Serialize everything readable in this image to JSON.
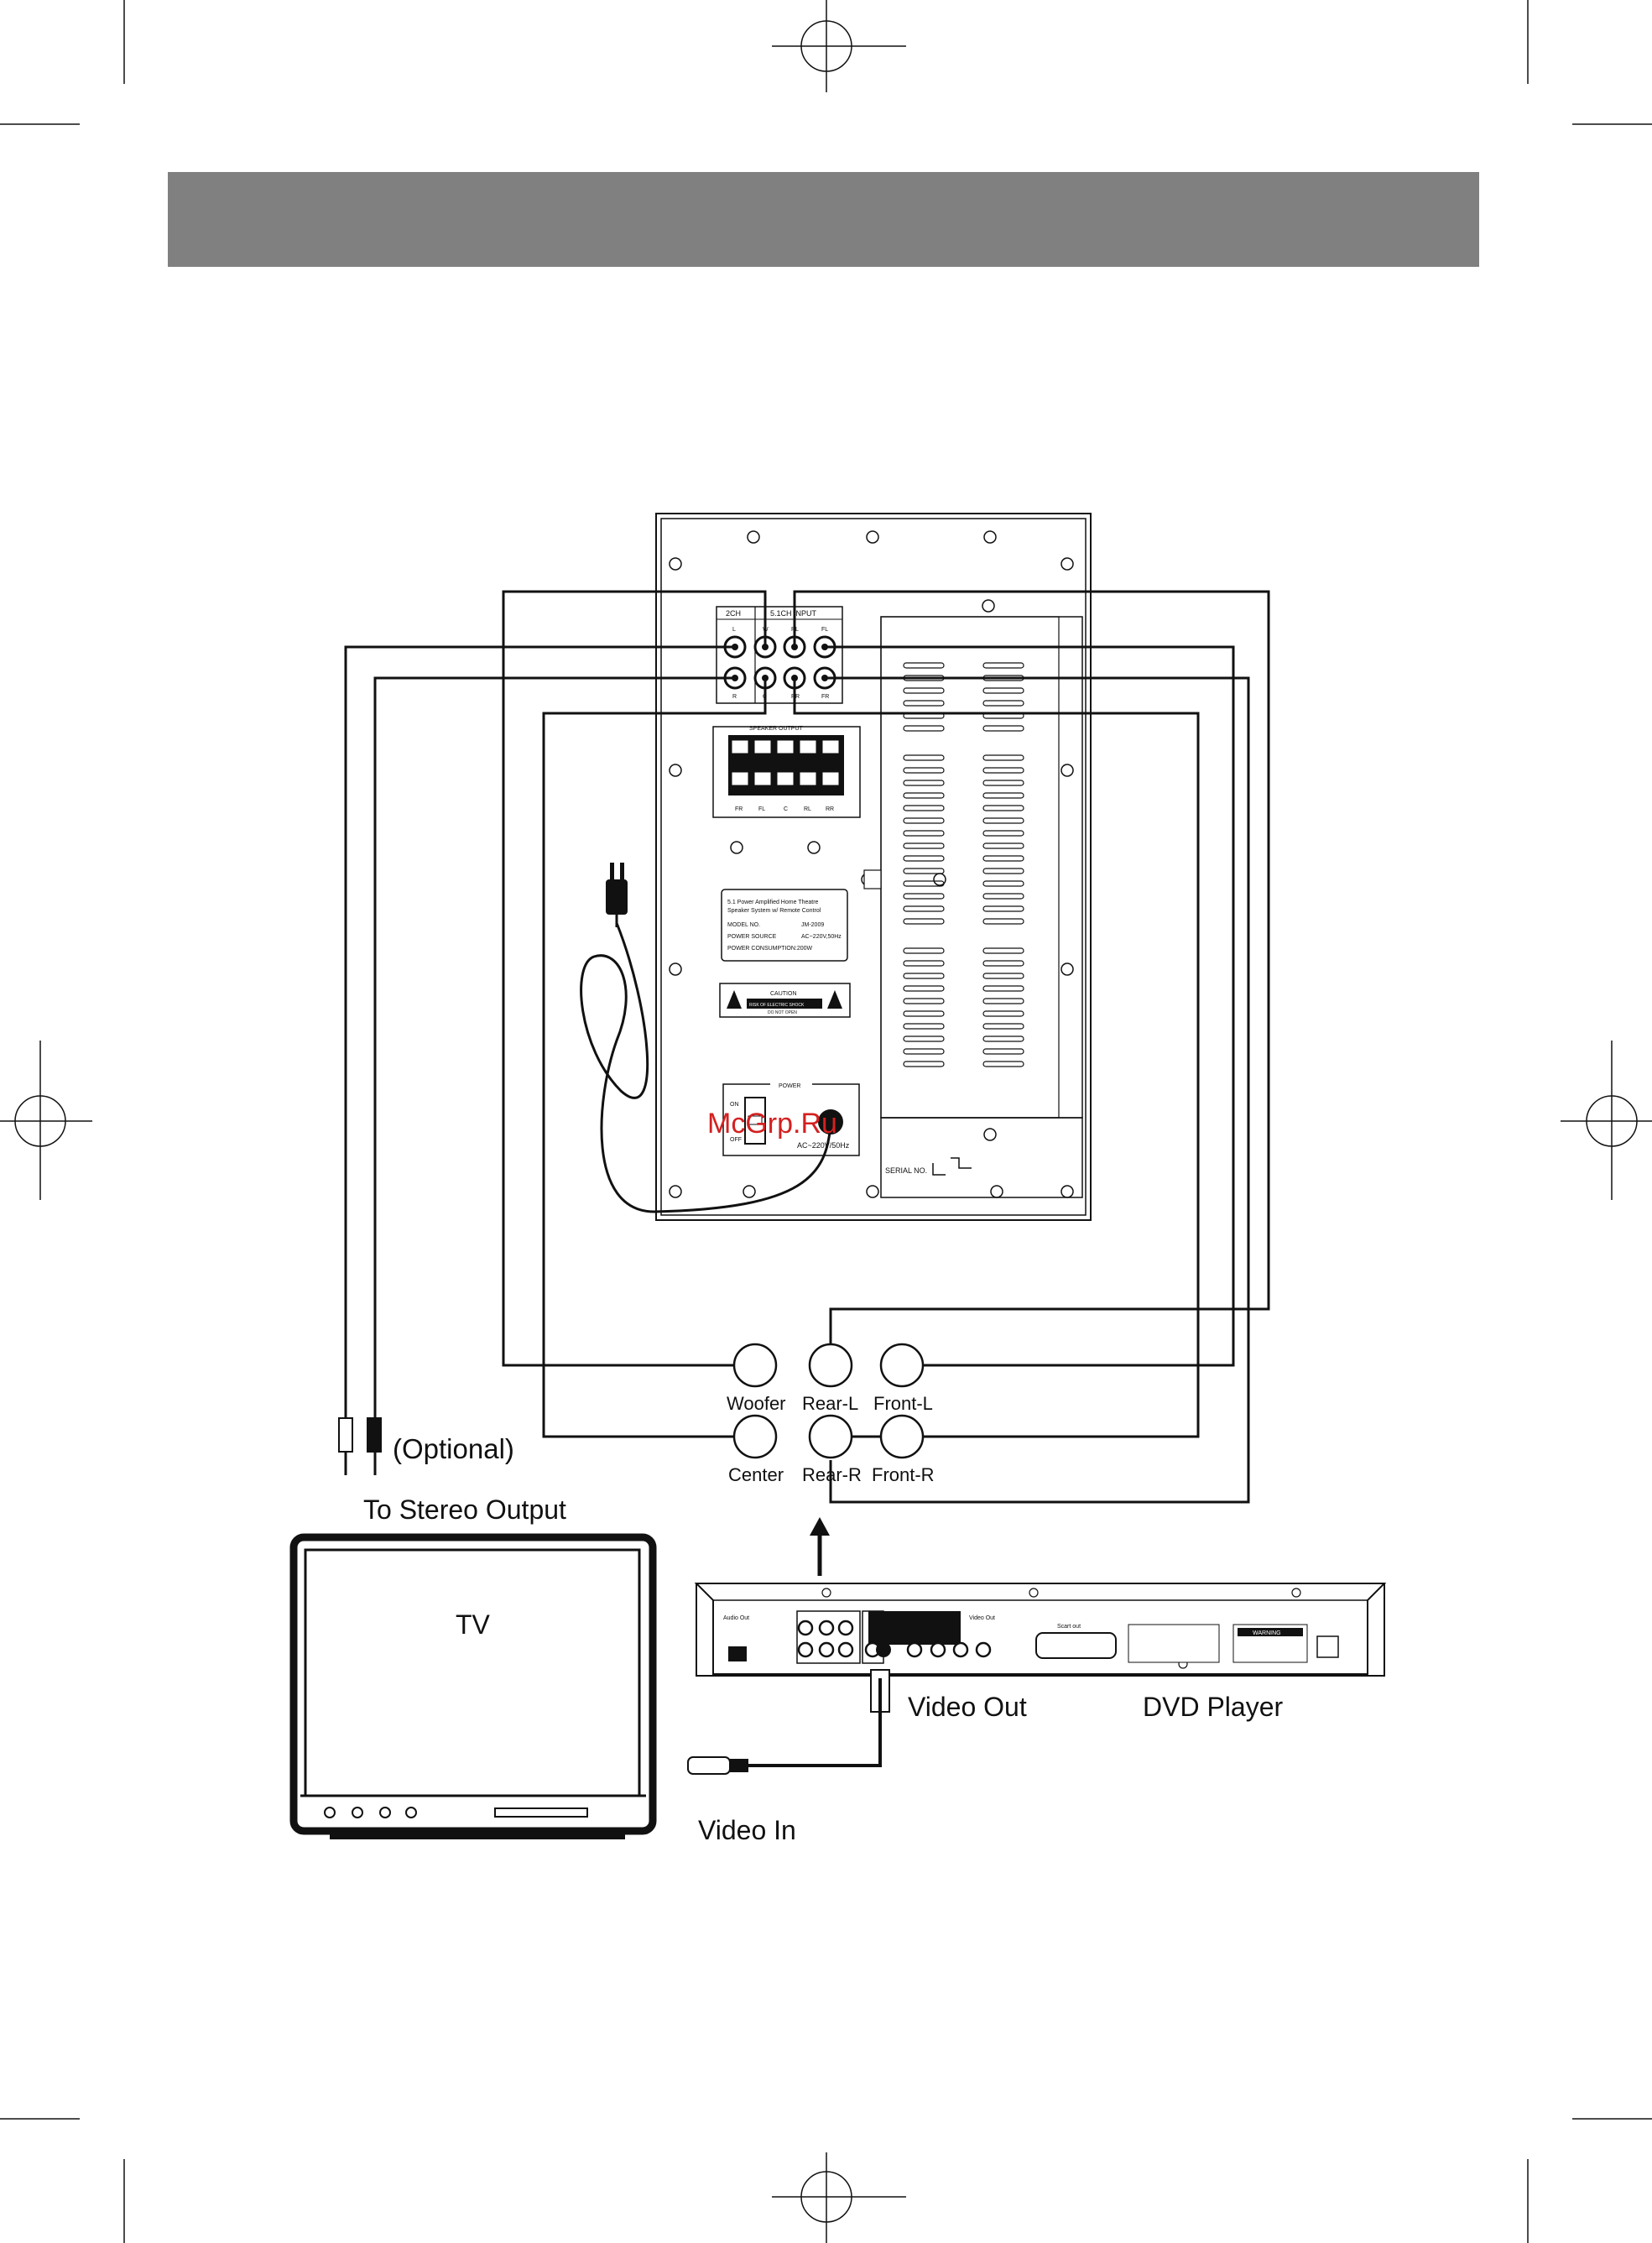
{
  "colors": {
    "header_bar": "#808080",
    "line": "#111111",
    "watermark": "#d42020"
  },
  "subwoofer": {
    "input_2ch": "2CH",
    "input_51": "5.1CH INPUT",
    "jack_top": [
      "L",
      "W",
      "RL",
      "FL"
    ],
    "jack_bottom": [
      "R",
      "C",
      "RR",
      "FR"
    ],
    "speaker_output": "SPEAKER OUTPUT",
    "terminals": [
      "FR",
      "FL",
      "C",
      "RL",
      "RR"
    ],
    "label_line1": "5.1 Power Amplified Home Theatre",
    "label_line2": "Speaker System w/ Remote Control",
    "model_key": "MODEL NO.",
    "model_val": "JM-2009",
    "source_key": "POWER SOURCE",
    "source_val": "AC~220V,50Hz",
    "consumption": "POWER CONSUMPTION:200W",
    "caution": "CAUTION",
    "caution_sub1": "RISK OF ELECTRIC SHOCK",
    "caution_sub2": "DO NOT OPEN",
    "power": "POWER",
    "on": "ON",
    "off": "OFF",
    "ac": "AC~220V/50Hz",
    "serial": "SERIAL NO."
  },
  "watermark": "McGrp.Ru",
  "connectors": {
    "woofer": "Woofer",
    "rear_l": "Rear-L",
    "front_l": "Front-L",
    "center": "Center",
    "rear_r": "Rear-R",
    "front_r": "Front-R"
  },
  "optional": "(Optional)",
  "to_stereo": "To Stereo Output",
  "tv": "TV",
  "dvd": {
    "title": "DVD Player",
    "audio_out": "Audio Out",
    "video_out_small": "Video Out",
    "scart": "Scart out",
    "warning": "WARNING"
  },
  "video_out": "Video Out",
  "video_in": "Video In"
}
